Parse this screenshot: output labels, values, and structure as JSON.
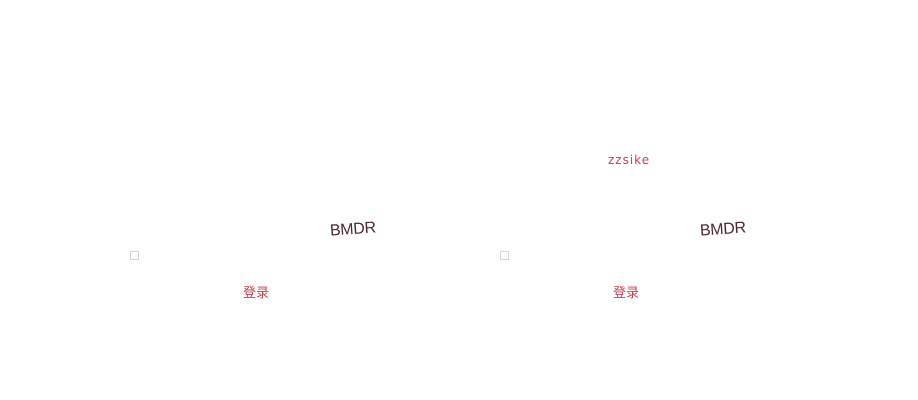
{
  "panels": [
    {
      "user_name": "",
      "captcha_text": "BMDR",
      "login_label": "登录"
    },
    {
      "user_name": "zzsike",
      "captcha_text": "BMDR",
      "login_label": "登录"
    }
  ],
  "colors": {
    "accent": "#c9404f",
    "captcha_text": "#4a2a30",
    "checkbox_border": "#d6d6d6",
    "background": "#ffffff"
  }
}
